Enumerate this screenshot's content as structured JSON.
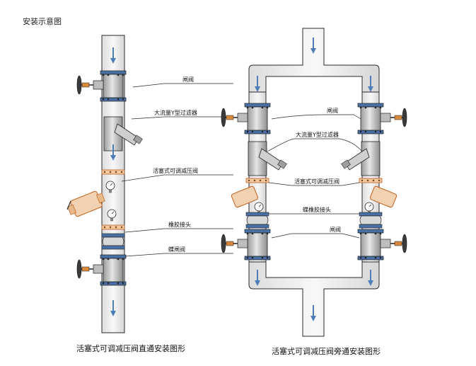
{
  "title": "安装示意图",
  "left": {
    "labels": [
      "闸阀",
      "大流量Y型过滤器",
      "活塞式可调减压阀",
      "橡胶接头",
      "蝶闸阀"
    ],
    "caption": "活塞式可调减压阀直通安装图形"
  },
  "right": {
    "labels": [
      "闸阀",
      "大流量Y型过滤器",
      "活塞式可调减压阀",
      "蝶橡胶接头",
      "闸阀"
    ],
    "caption": "活塞式可调减压阀旁通安装图形"
  },
  "colors": {
    "pipe": "#e9e9e9",
    "stroke": "#2a2a2a",
    "arrow": "#4f7db8",
    "valve": "#c9c9c9",
    "copper": "#d98a3a"
  }
}
